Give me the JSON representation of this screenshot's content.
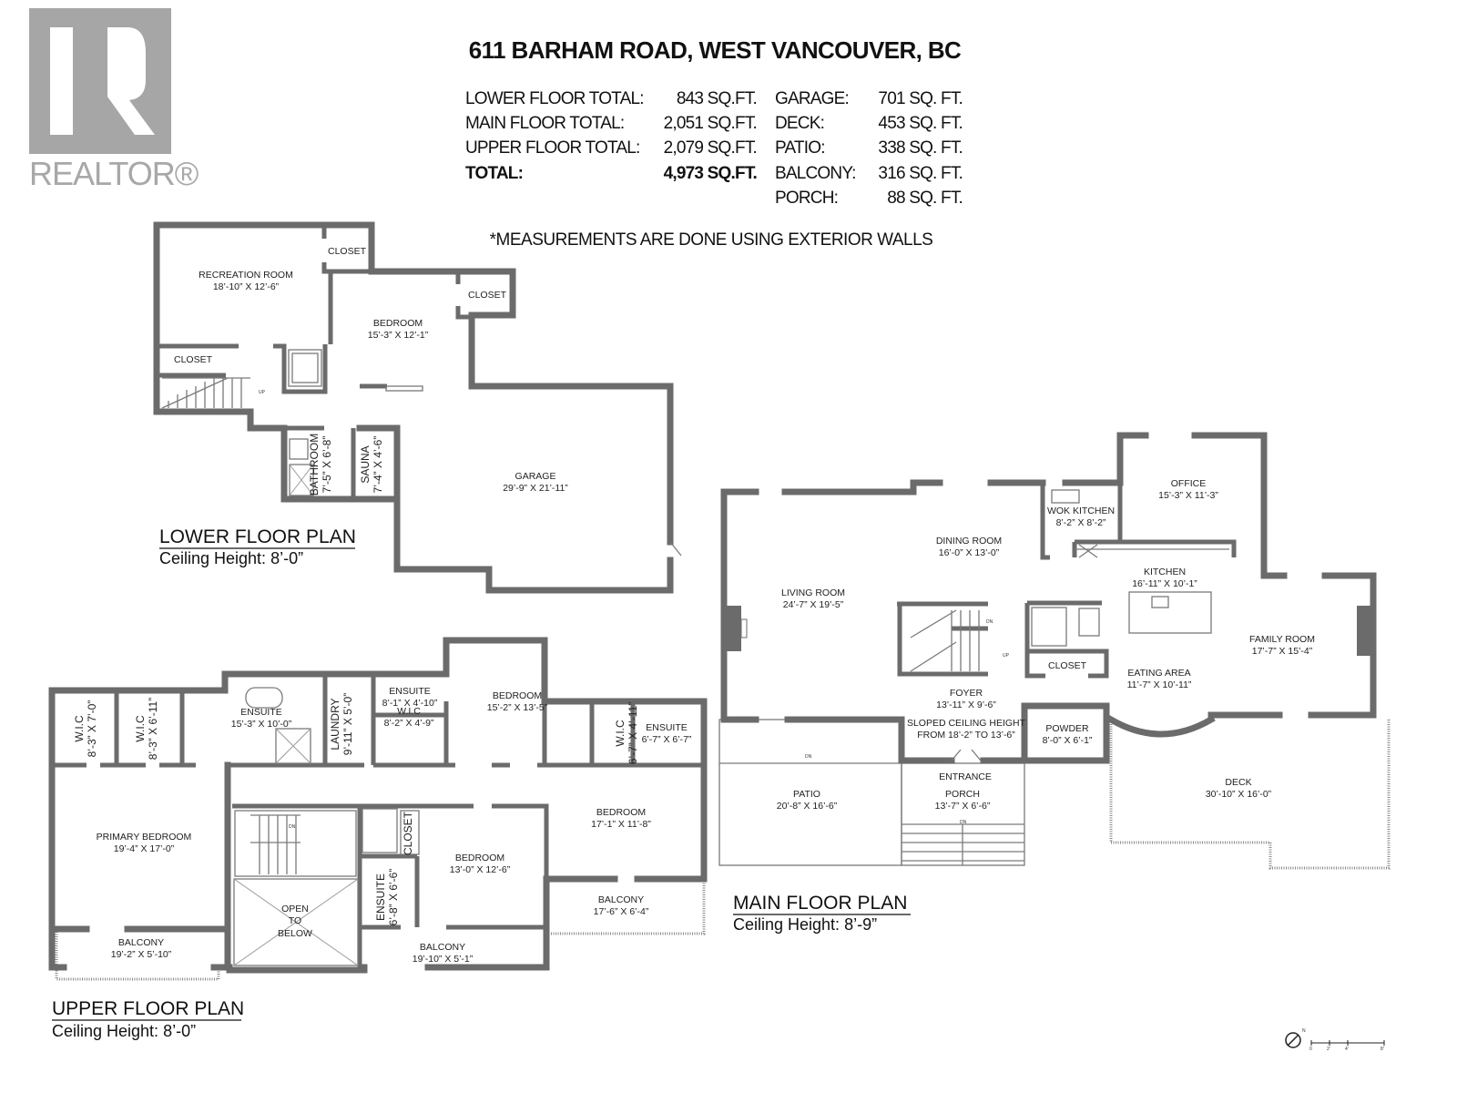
{
  "logo": {
    "text": "REALTOR®",
    "color": "#a6a6a6"
  },
  "header": {
    "title": "611 BARHAM ROAD, WEST VANCOUVER, BC",
    "stats_left": [
      {
        "label": "LOWER FLOOR TOTAL:",
        "value": "843 SQ.FT."
      },
      {
        "label": "MAIN FLOOR TOTAL:",
        "value": "2,051 SQ.FT."
      },
      {
        "label": "UPPER FLOOR TOTAL:",
        "value": "2,079 SQ.FT."
      },
      {
        "label": "TOTAL:",
        "value": "4,973 SQ.FT."
      }
    ],
    "stats_right": [
      {
        "label": "GARAGE:",
        "value": "701 SQ. FT."
      },
      {
        "label": "DECK:",
        "value": "453 SQ. FT."
      },
      {
        "label": "PATIO:",
        "value": "338 SQ. FT."
      },
      {
        "label": "BALCONY:",
        "value": "316 SQ. FT."
      },
      {
        "label": "PORCH:",
        "value": "88 SQ. FT."
      }
    ],
    "note": "*MEASUREMENTS ARE DONE USING EXTERIOR WALLS"
  },
  "colors": {
    "wall": "#6b6b6b",
    "text": "#222222"
  },
  "floors": {
    "lower": {
      "title": "LOWER FLOOR PLAN",
      "ceiling": "Ceiling Height: 8’-0”",
      "rooms": [
        {
          "name": "RECREATION ROOM",
          "dims": "18’-10” X 12’-6”"
        },
        {
          "name": "CLOSET",
          "dims": ""
        },
        {
          "name": "CLOSET",
          "dims": ""
        },
        {
          "name": "BEDROOM",
          "dims": "15’-3” X 12’-1”"
        },
        {
          "name": "CLOSET",
          "dims": ""
        },
        {
          "name": "BATHROOM",
          "dims": "7’-5” X 6’-8”"
        },
        {
          "name": "SAUNA",
          "dims": "7’-4” X 4’-6”"
        },
        {
          "name": "GARAGE",
          "dims": "29’-9” X 21’-11”"
        }
      ]
    },
    "main": {
      "title": "MAIN FLOOR PLAN",
      "ceiling": "Ceiling Height: 8’-9”",
      "rooms": [
        {
          "name": "OFFICE",
          "dims": "15’-3” X 11’-3”"
        },
        {
          "name": "WOK KITCHEN",
          "dims": "8’-2” X 8’-2”"
        },
        {
          "name": "DINING ROOM",
          "dims": "16’-0” X 13’-0”"
        },
        {
          "name": "KITCHEN",
          "dims": "16’-11” X 10’-1”"
        },
        {
          "name": "LIVING ROOM",
          "dims": "24’-7” X 19’-5”"
        },
        {
          "name": "FAMILY ROOM",
          "dims": "17’-7” X 15’-4”"
        },
        {
          "name": "CLOSET",
          "dims": ""
        },
        {
          "name": "EATING AREA",
          "dims": "11’-7” X 10’-11”"
        },
        {
          "name": "FOYER",
          "dims": "13’-11” X 9’-6”"
        },
        {
          "name": "SLOPED CEILING HEIGHT",
          "dims": "FROM 18’-2” TO 13’-6”"
        },
        {
          "name": "POWDER",
          "dims": "8’-0” X 6’-1”"
        },
        {
          "name": "ENTRANCE",
          "dims": ""
        },
        {
          "name": "PORCH",
          "dims": "13’-7” X 6’-6”"
        },
        {
          "name": "PATIO",
          "dims": "20’-8” X 16’-6”"
        },
        {
          "name": "DECK",
          "dims": "30’-10” X 16’-0”"
        }
      ]
    },
    "upper": {
      "title": "UPPER FLOOR PLAN",
      "ceiling": "Ceiling Height: 8’-0”",
      "rooms": [
        {
          "name": "W.I.C",
          "dims": "8’-3” X 7’-0”"
        },
        {
          "name": "W.I.C",
          "dims": "8’-3” X 6’-11”"
        },
        {
          "name": "ENSUITE",
          "dims": "15’-3” X 10’-0”"
        },
        {
          "name": "LAUNDRY",
          "dims": "9’-11” X 5’-0”"
        },
        {
          "name": "ENSUITE",
          "dims": "8’-1” X 4’-10”"
        },
        {
          "name": "W.I.C",
          "dims": "8’-2” X 4’-9”"
        },
        {
          "name": "BEDROOM",
          "dims": "15’-2” X 13’-5”"
        },
        {
          "name": "W.I.C",
          "dims": "6’-7” X 4’-11”"
        },
        {
          "name": "ENSUITE",
          "dims": "6’-7” X 6’-7”"
        },
        {
          "name": "PRIMARY BEDROOM",
          "dims": "19’-4” X 17’-0”"
        },
        {
          "name": "OPEN",
          "dims": "TO"
        },
        {
          "name": "CLOSET",
          "dims": ""
        },
        {
          "name": "ENSUITE",
          "dims": "6’-8” X 6’-6”"
        },
        {
          "name": "BEDROOM",
          "dims": "13’-0” X 12’-6”"
        },
        {
          "name": "BEDROOM",
          "dims": "17’-1” X 11’-8”"
        },
        {
          "name": "BALCONY",
          "dims": "17’-6” X 6’-4”"
        },
        {
          "name": "BALCONY",
          "dims": "19’-2” X 5’-10”"
        },
        {
          "name": "BALCONY",
          "dims": "19’-10” X 5’-1”"
        }
      ],
      "open_below_extra": "BELOW"
    }
  },
  "stairs": {
    "down": "DN",
    "up": "UP"
  },
  "scale": {
    "north": "N",
    "ticks": [
      "0",
      "2'",
      "4'",
      "8'"
    ]
  }
}
